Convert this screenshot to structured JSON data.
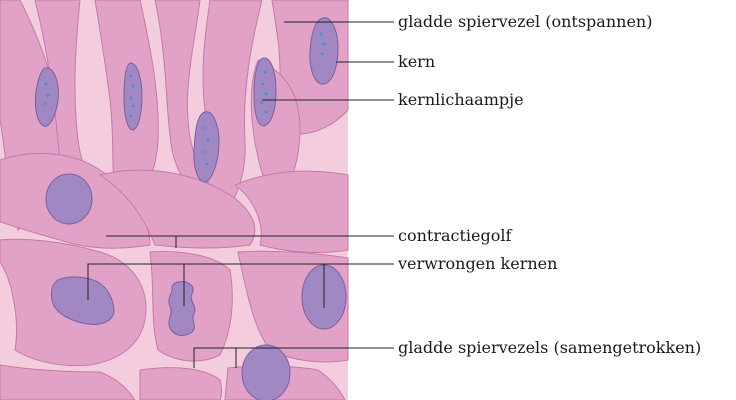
{
  "labels": {
    "smooth_relaxed": "gladde spiervezel (ontspannen)",
    "nucleus": "kern",
    "nucleolus": "kernlichaampje",
    "contraction_wave": "contractiegolf",
    "distorted_nuclei": "verwrongen kernen",
    "smooth_contracted": "gladde spiervezels (samengetrokken)"
  },
  "colors": {
    "background": "#f3cddd",
    "fiber_fill": "#e2a2c8",
    "fiber_stroke": "#c47aa8",
    "nucleus_fill": "#a188c2",
    "nucleus_stroke": "#7a5fa0",
    "nucleolus_dot": "#4a8fd0",
    "leader_line": "#222222"
  }
}
